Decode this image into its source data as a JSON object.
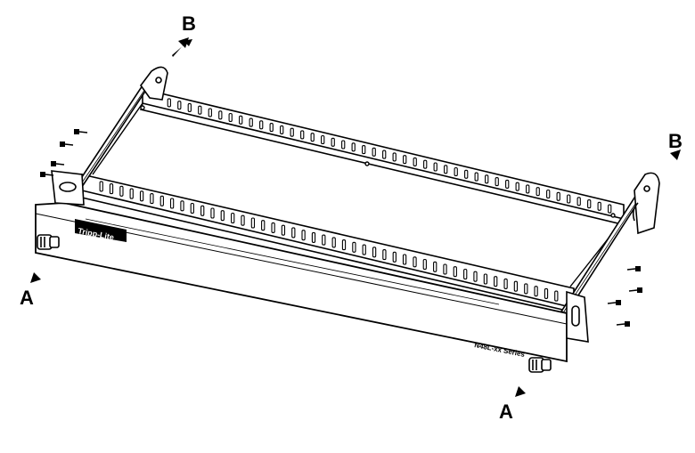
{
  "callouts": {
    "a_left": "A",
    "a_right": "A",
    "b_left": "B",
    "b_right": "B"
  },
  "panel": {
    "brand_logo": "Tripp-Lite",
    "series_label": "N48L-xx Series"
  },
  "colors": {
    "line": "#000000",
    "background": "#ffffff"
  }
}
